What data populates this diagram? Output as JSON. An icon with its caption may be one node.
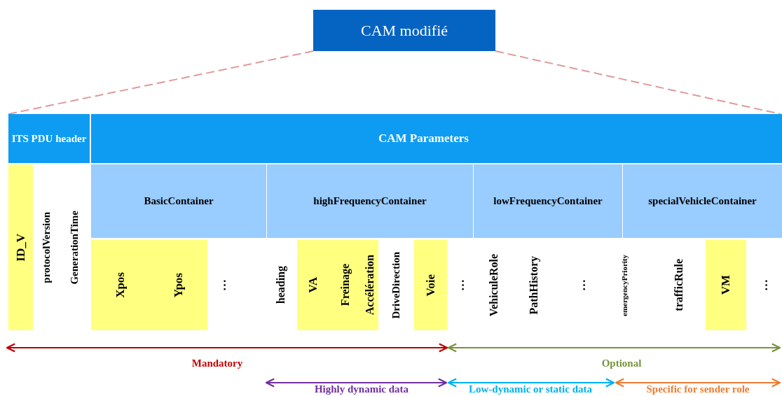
{
  "diagram": {
    "nodes": [
      {
        "text": [
          "CAM modifié"
        ]
      },
      {
        "text": [
          "ITS PDU header"
        ]
      },
      {
        "text": [
          "CAM Parameters"
        ]
      },
      {
        "text": [
          "ID_V"
        ]
      },
      {
        "text": [
          "protocolVersion"
        ]
      },
      {
        "text": [
          "GenerationTime"
        ]
      },
      {
        "text": [
          "BasicContainer"
        ]
      },
      {
        "text": [
          "highFrequencyContainer"
        ]
      },
      {
        "text": [
          "lowFrequencyContainer"
        ]
      },
      {
        "text": [
          "specialVehicleContainer"
        ]
      },
      {
        "text": [
          "Xpos"
        ]
      },
      {
        "text": [
          "Ypos"
        ]
      },
      {
        "text": [
          "…"
        ]
      },
      {
        "text": [
          "heading"
        ]
      },
      {
        "text": [
          "VA"
        ]
      },
      {
        "text": [
          "Freinage"
        ]
      },
      {
        "text": [
          "Accélération"
        ]
      },
      {
        "text": [
          "DriveDirection"
        ]
      },
      {
        "text": [
          "Voie"
        ]
      },
      {
        "text": [
          "…"
        ]
      },
      {
        "text": [
          "VehiculeRole"
        ]
      },
      {
        "text": [
          "PathHistory"
        ]
      },
      {
        "text": [
          "…"
        ]
      },
      {
        "text": [
          "emergencyPriority"
        ]
      },
      {
        "text": [
          "trafficRule"
        ]
      },
      {
        "text": [
          "VM"
        ]
      },
      {
        "text": [
          "…"
        ]
      }
    ],
    "edges": [
      {
        "from": 0,
        "to": 1,
        "arrow": "none",
        "style": "dashed"
      },
      {
        "from": 0,
        "to": 2,
        "arrow": "none",
        "style": "dashed"
      }
    ],
    "labels": [
      "Mandatory",
      "Optional",
      "Highly dynamic data",
      "Low-dynamic or static data",
      "Specific for sender role"
    ]
  }
}
